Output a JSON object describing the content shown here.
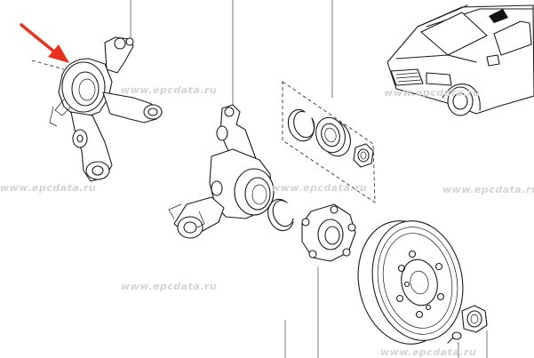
{
  "watermarks": [
    {
      "text": "www.epcdata.ru"
    },
    {
      "text": "www.epcdata.ru"
    },
    {
      "text": "www.epcdata.ru"
    },
    {
      "text": "www.epcdata.ru"
    },
    {
      "text": "www.epcdata.ru"
    },
    {
      "text": "www.epcdata.ru"
    },
    {
      "text": "www.epcdata.ru"
    }
  ],
  "colors": {
    "arrow": "#e8321e",
    "line": "#1a1a1a",
    "watermark": "#d4d4d4"
  },
  "icons": {
    "pointer": "red-arrow-icon"
  }
}
